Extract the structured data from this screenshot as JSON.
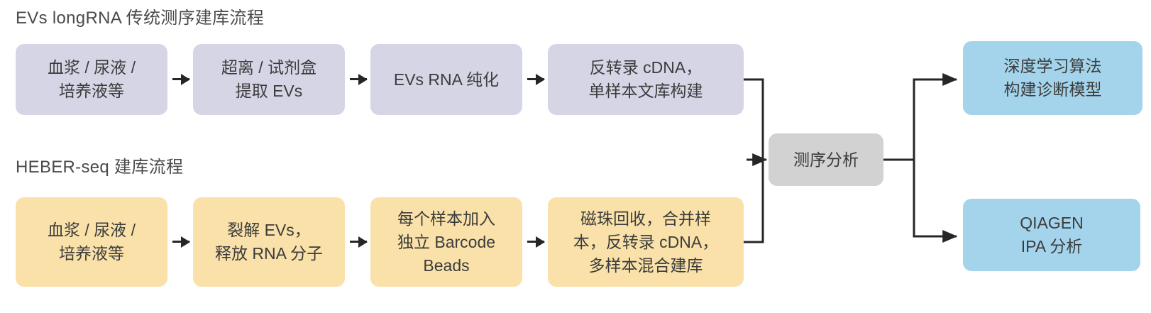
{
  "diagram": {
    "title_top": "EVs longRNA 传统测序建库流程",
    "title_bottom": "HEBER-seq 建库流程"
  },
  "top_flow": {
    "nodes": [
      {
        "label": "血浆 / 尿液 /\n培养液等",
        "color": "#d6d5e6"
      },
      {
        "label": "超离 / 试剂盒\n提取 EVs",
        "color": "#d6d5e6"
      },
      {
        "label": "EVs RNA 纯化",
        "color": "#d6d5e6"
      },
      {
        "label": "反转录 cDNA，\n单样本文库构建",
        "color": "#d6d5e6"
      }
    ]
  },
  "bottom_flow": {
    "nodes": [
      {
        "label": "血浆 / 尿液 /\n培养液等",
        "color": "#f9e1a9"
      },
      {
        "label": "裂解 EVs，\n释放 RNA 分子",
        "color": "#f9e1a9"
      },
      {
        "label": "每个样本加入\n独立 Barcode\nBeads",
        "color": "#f9e1a9"
      },
      {
        "label": "磁珠回收，合并样\n本，反转录 cDNA，\n多样本混合建库",
        "color": "#f9e1a9"
      }
    ]
  },
  "merge": {
    "label": "测序分析",
    "color": "#d2d2d2"
  },
  "outputs": [
    {
      "label": "深度学习算法\n构建诊断模型",
      "color": "#a4d4ec"
    },
    {
      "label": "QIAGEN\nIPA 分析",
      "color": "#a4d4ec"
    }
  ],
  "colors": {
    "purple": "#d6d5e6",
    "yellow": "#f9e1a9",
    "blue": "#a4d4ec",
    "gray": "#d2d2d2",
    "line": "#262626",
    "text": "#3c3c3c"
  }
}
